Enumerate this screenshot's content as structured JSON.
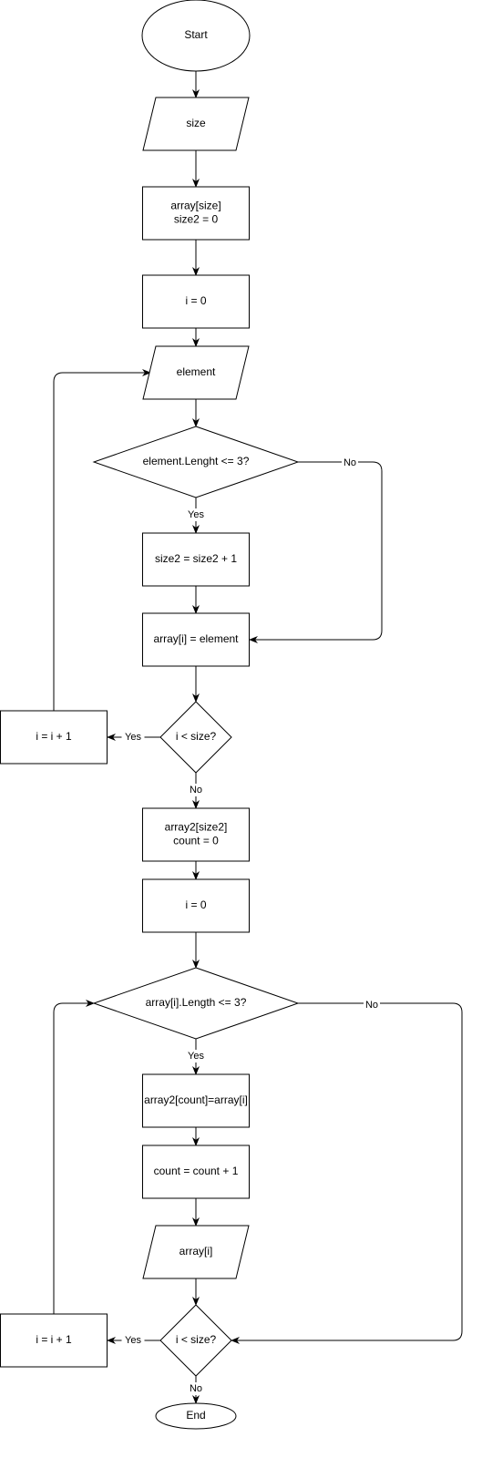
{
  "nodes": {
    "start": [
      "Start"
    ],
    "input_size": [
      "size"
    ],
    "init_array": [
      "array[size]",
      "size2 = 0"
    ],
    "init_i": [
      "i = 0"
    ],
    "input_element": [
      "element"
    ],
    "check_length": [
      "element.Lenght <= 3?"
    ],
    "inc_size2": [
      "size2 = size2 + 1"
    ],
    "assign_element": [
      "array[i] = element"
    ],
    "loop1_check": [
      "i < size?"
    ],
    "loop1_inc": [
      "i = i + 1"
    ],
    "init_array2": [
      "array2[size2]",
      "count = 0"
    ],
    "reset_i": [
      "i = 0"
    ],
    "check_array_length": [
      "array[i].Length <= 3?"
    ],
    "copy_element": [
      "array2[count]=array[i]"
    ],
    "inc_count": [
      "count = count + 1"
    ],
    "output_element": [
      "array[i]"
    ],
    "loop2_check": [
      "i < size?"
    ],
    "loop2_inc": [
      "i = i + 1"
    ],
    "end": [
      "End"
    ]
  },
  "edge_labels": {
    "check_length_yes": "Yes",
    "check_length_no": "No",
    "loop1_yes": "Yes",
    "loop1_no": "No",
    "check_array_length_yes": "Yes",
    "check_array_length_no": "No",
    "loop2_yes": "Yes",
    "loop2_no": "No"
  }
}
